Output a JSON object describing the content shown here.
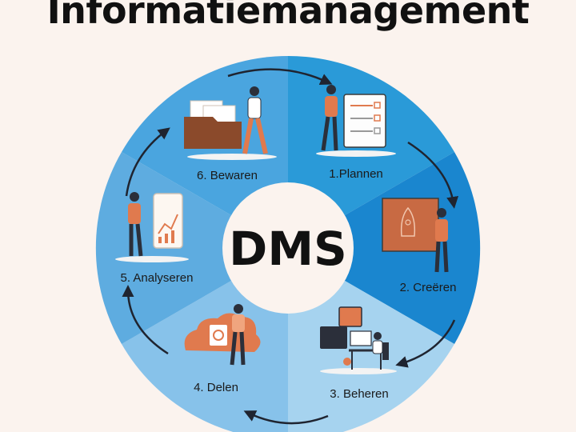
{
  "title": "Informatiemanagement",
  "center_label": "DMS",
  "stages": [
    {
      "label": "1.Plannen",
      "icon": "planning-checklist-icon"
    },
    {
      "label": "2. Creëren",
      "icon": "rocket-blueprint-icon"
    },
    {
      "label": "3. Beheren",
      "icon": "workstation-floppy-icon"
    },
    {
      "label": "4. Delen",
      "icon": "cloud-sync-icon"
    },
    {
      "label": "5. Analyseren",
      "icon": "analytics-scroll-icon"
    },
    {
      "label": "6. Bewaren",
      "icon": "archive-folder-icon"
    }
  ],
  "colors": {
    "background": "#fbf3ee",
    "orange": "#e07a4e",
    "dark": "#2b2f3a",
    "segment_1": "#2a9ad8",
    "segment_2": "#1a86cf",
    "segment_3": "#a6d3ef",
    "segment_4": "#87c2ea",
    "segment_5": "#5eace0",
    "segment_6": "#4aa5df"
  }
}
